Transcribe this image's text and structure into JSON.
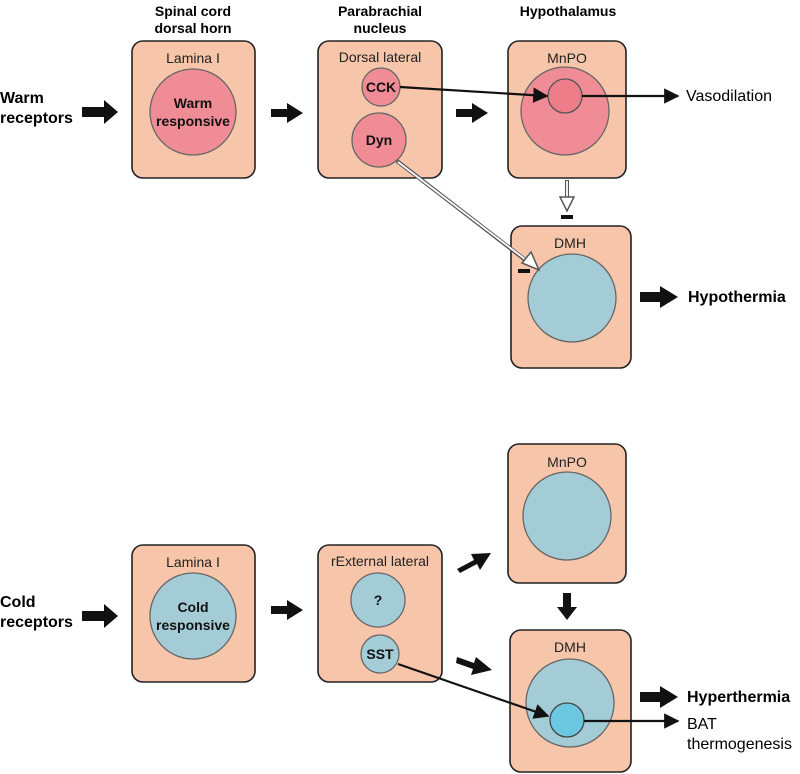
{
  "columns": {
    "spinal": [
      "Spinal cord",
      "dorsal horn"
    ],
    "parabrachial": [
      "Parabrachial",
      "nucleus"
    ],
    "hypothalamus": [
      "Hypothalamus"
    ]
  },
  "warm": {
    "input": [
      "Warm",
      "receptors"
    ],
    "lamina_box": "Lamina I",
    "lamina_cell": [
      "Warm",
      "responsive"
    ],
    "pb_box": "Dorsal lateral",
    "pb_cell_1": "CCK",
    "pb_cell_2": "Dyn",
    "mnpo_box": "MnPO",
    "dmh_box": "DMH",
    "output_vaso": "Vasodilation",
    "output_main": "Hypothermia"
  },
  "cold": {
    "input": [
      "Cold",
      "receptors"
    ],
    "lamina_box": "Lamina I",
    "lamina_cell": [
      "Cold",
      "responsive"
    ],
    "pb_box": "rExternal lateral",
    "pb_cell_1": "?",
    "pb_cell_2": "SST",
    "mnpo_box": "MnPO",
    "dmh_box": "DMH",
    "output_main": "Hyperthermia",
    "output_bat": [
      "BAT",
      "thermogenesis"
    ]
  },
  "colors": {
    "box_fill": "#f7c6aa",
    "warm_cell": "#f08c96",
    "cold_cell": "#a3ccd6",
    "cold_inner": "#6cc8e0"
  }
}
